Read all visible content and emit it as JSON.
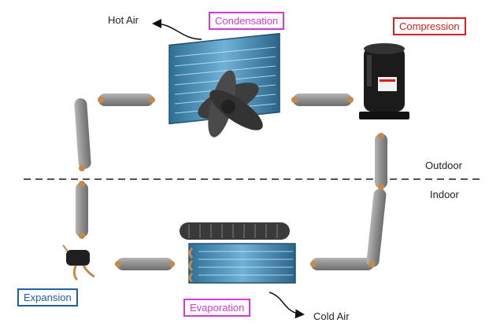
{
  "stages": {
    "condensation": "Condensation",
    "compression": "Compression",
    "expansion": "Expansion",
    "evaporation": "Evaporation"
  },
  "air": {
    "hot": "Hot Air",
    "cold": "Cold Air"
  },
  "zones": {
    "outdoor": "Outdoor",
    "indoor": "Indoor"
  },
  "colors": {
    "condensation": "#d63ad6",
    "compression": "#d81e1e",
    "expansion": "#1f5ea8",
    "evaporation": "#d63ad6",
    "pipe": "#8f8f8f",
    "coil": "#4a90b8",
    "divider": "#555555"
  },
  "icons": [
    "condenser-unit",
    "compressor",
    "expansion-valve",
    "evaporator-unit",
    "fan"
  ]
}
